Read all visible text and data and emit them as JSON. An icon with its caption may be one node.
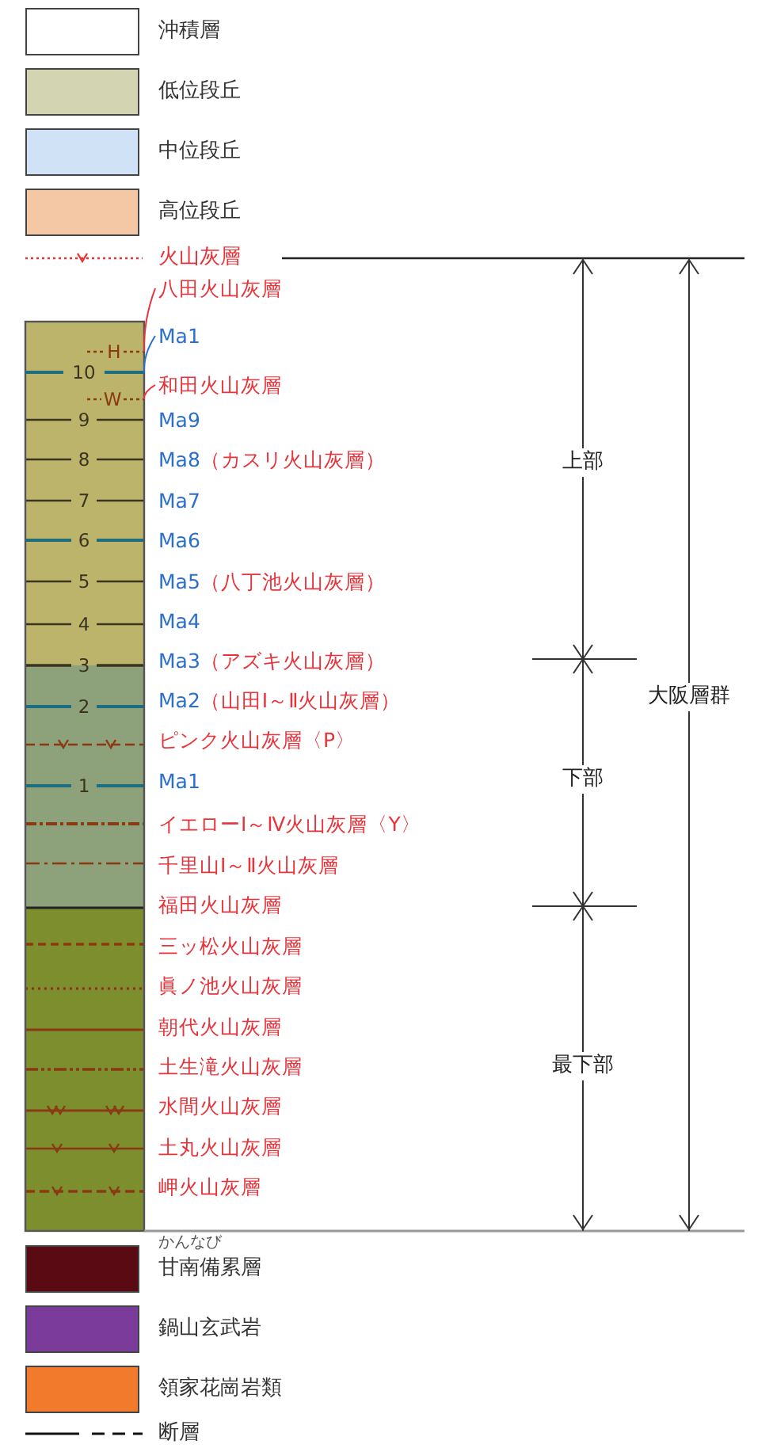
{
  "diagram": {
    "nodes": [
      {
        "text": [
          "八田火山灰層"
        ]
      },
      {
        "text": [
          "Ma1"
        ]
      },
      {
        "text": [
          "和田火山灰層"
        ]
      },
      {
        "text": [],
        "shape": "line"
      },
      {
        "text": [],
        "shape": "line"
      },
      {
        "text": [],
        "shape": "line"
      }
    ],
    "edges": [
      {
        "from": 0,
        "to": 3,
        "arrow": "none"
      },
      {
        "from": 1,
        "to": 4,
        "arrow": "none",
        "color": "#2a6fd0"
      },
      {
        "from": 2,
        "to": 5,
        "arrow": "none"
      }
    ],
    "labels": [
      "H",
      "10",
      "W",
      "9",
      "Ma9",
      "8",
      "Ma8",
      "（カスリ火山灰層）",
      "7",
      "Ma7",
      "6",
      "Ma6",
      "5",
      "Ma5",
      "（八丁池火山灰層）",
      "4",
      "Ma4",
      "3",
      "Ma3",
      "（アズキ火山灰層）",
      "2",
      "Ma2",
      "（山田Ⅰ～Ⅱ火山灰層）",
      "ピンク火山灰層〈P〉",
      "1",
      "Ma1",
      "イエローⅠ～Ⅳ火山灰層〈Y〉",
      "千里山Ⅰ～Ⅱ火山灰層",
      "福田火山灰層",
      "三ッ松火山灰層",
      "眞ノ池火山灰層",
      "朝代火山灰層",
      "土生滝火山灰層",
      "水間火山灰層",
      "土丸火山灰層",
      "岬火山灰層",
      "上部",
      "下部",
      "最下部",
      "大阪層群",
      "かんなび"
    ],
    "legend": [
      {
        "text": "沖積層",
        "color": "#ffffff"
      },
      {
        "text": "低位段丘",
        "color": "#d3d4b2"
      },
      {
        "text": "中位段丘",
        "color": "#cfe2f6"
      },
      {
        "text": "高位段丘",
        "color": "#f4c8a4"
      },
      {
        "text": "火山灰層"
      },
      {
        "text": "甘南備累層",
        "color": "#5a0a12"
      },
      {
        "text": "鍋山玄武岩",
        "color": "#7b3b9b"
      },
      {
        "text": "領家花崗岩類",
        "color": "#f27a2c"
      },
      {
        "text": "断層"
      }
    ]
  }
}
